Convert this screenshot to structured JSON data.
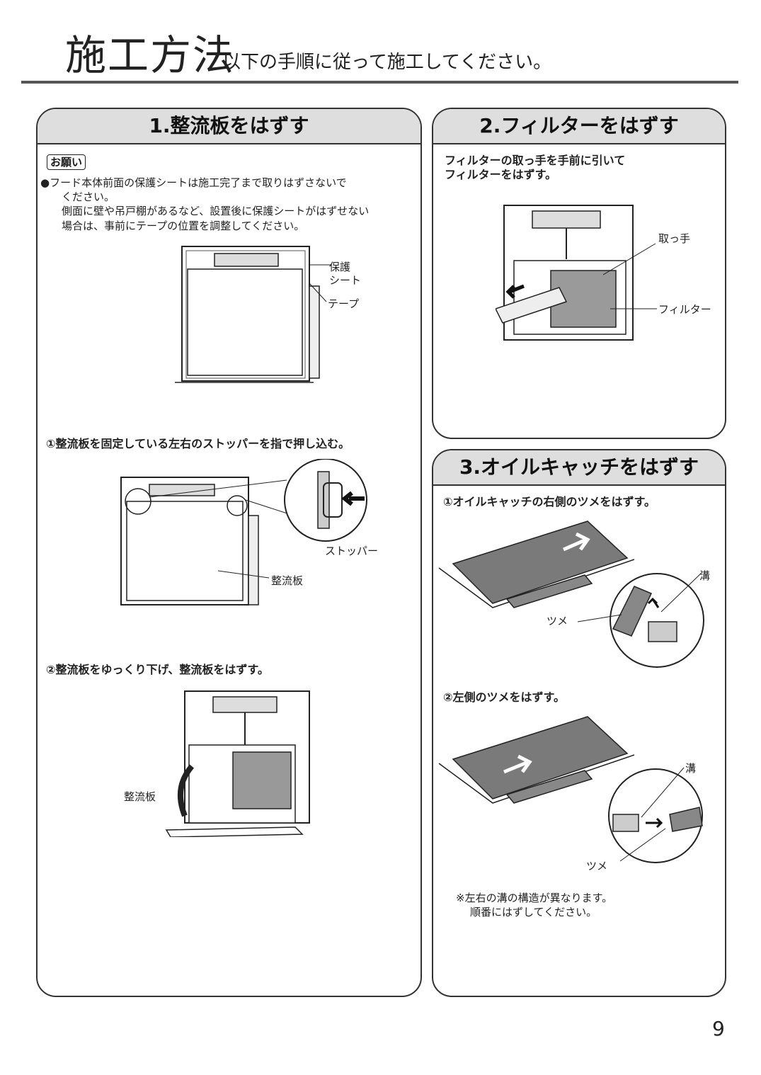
{
  "header": {
    "title": "施工方法",
    "subtitle": "以下の手順に従って施工してください。"
  },
  "section1": {
    "title": "1.整流板をはずす",
    "notice_tag": "お願い",
    "notice_line1": "●フード本体前面の保護シートは施工完了まで取りはずさないで",
    "notice_line2": "ください。",
    "notice_line3": "側面に壁や吊戸棚があるなど、設置後に保護シートがはずせない",
    "notice_line4": "場合は、事前にテープの位置を調整してください。",
    "label_sheet_1": "保護",
    "label_sheet_2": "シート",
    "label_tape": "テープ",
    "step1": "①整流板を固定している左右のストッパーを指で押し込む。",
    "label_stopper": "ストッパー",
    "label_plate_1": "整流板",
    "step2": "②整流板をゆっくり下げ、整流板をはずす。",
    "label_plate_2": "整流板"
  },
  "section2": {
    "title": "2.フィルターをはずす",
    "text_line1": "フィルターの取っ手を手前に引いて",
    "text_line2": "フィルターをはずす。",
    "label_handle": "取っ手",
    "label_filter": "フィルター"
  },
  "section3": {
    "title": "3.オイルキャッチをはずす",
    "step1": "①オイルキャッチの右側のツメをはずす。",
    "label_groove_1": "溝",
    "label_claw_1": "ツメ",
    "step2": "②左側のツメをはずす。",
    "label_groove_2": "溝",
    "label_claw_2": "ツメ",
    "note_line1": "※左右の溝の構造が異なります。",
    "note_line2": "順番にはずしてください。"
  },
  "page_number": "9"
}
